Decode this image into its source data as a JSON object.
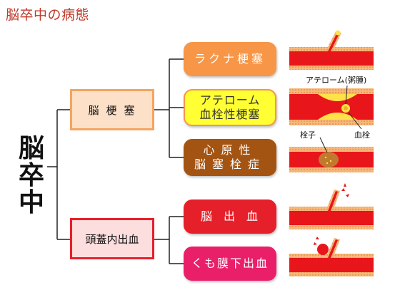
{
  "title": "脳卒中の病態",
  "root": {
    "label": "脳卒中"
  },
  "categories": {
    "infarction": {
      "label": "脳梗塞"
    },
    "hemorrhage": {
      "label": "頭蓋内出血"
    }
  },
  "subtypes": {
    "lacunar": {
      "label": "ラクナ梗塞"
    },
    "atherothrombotic": {
      "line1": "アテローム",
      "line2": "血栓性梗塞"
    },
    "cardioembolic": {
      "line1": "心原性",
      "line2": "脳塞栓症"
    },
    "ich": {
      "label": "脳出血"
    },
    "sah": {
      "label": "くも膜下出血"
    }
  },
  "annotations": {
    "atheroma": "アテローム(粥腫)",
    "embolus": "栓子",
    "thrombus": "血栓"
  },
  "colors": {
    "title": "#c0392b",
    "vessel": "#e8151b",
    "vessel_wall": "#f7b77a",
    "plaque": "#ffe14a",
    "clot": "#c07a2e"
  }
}
